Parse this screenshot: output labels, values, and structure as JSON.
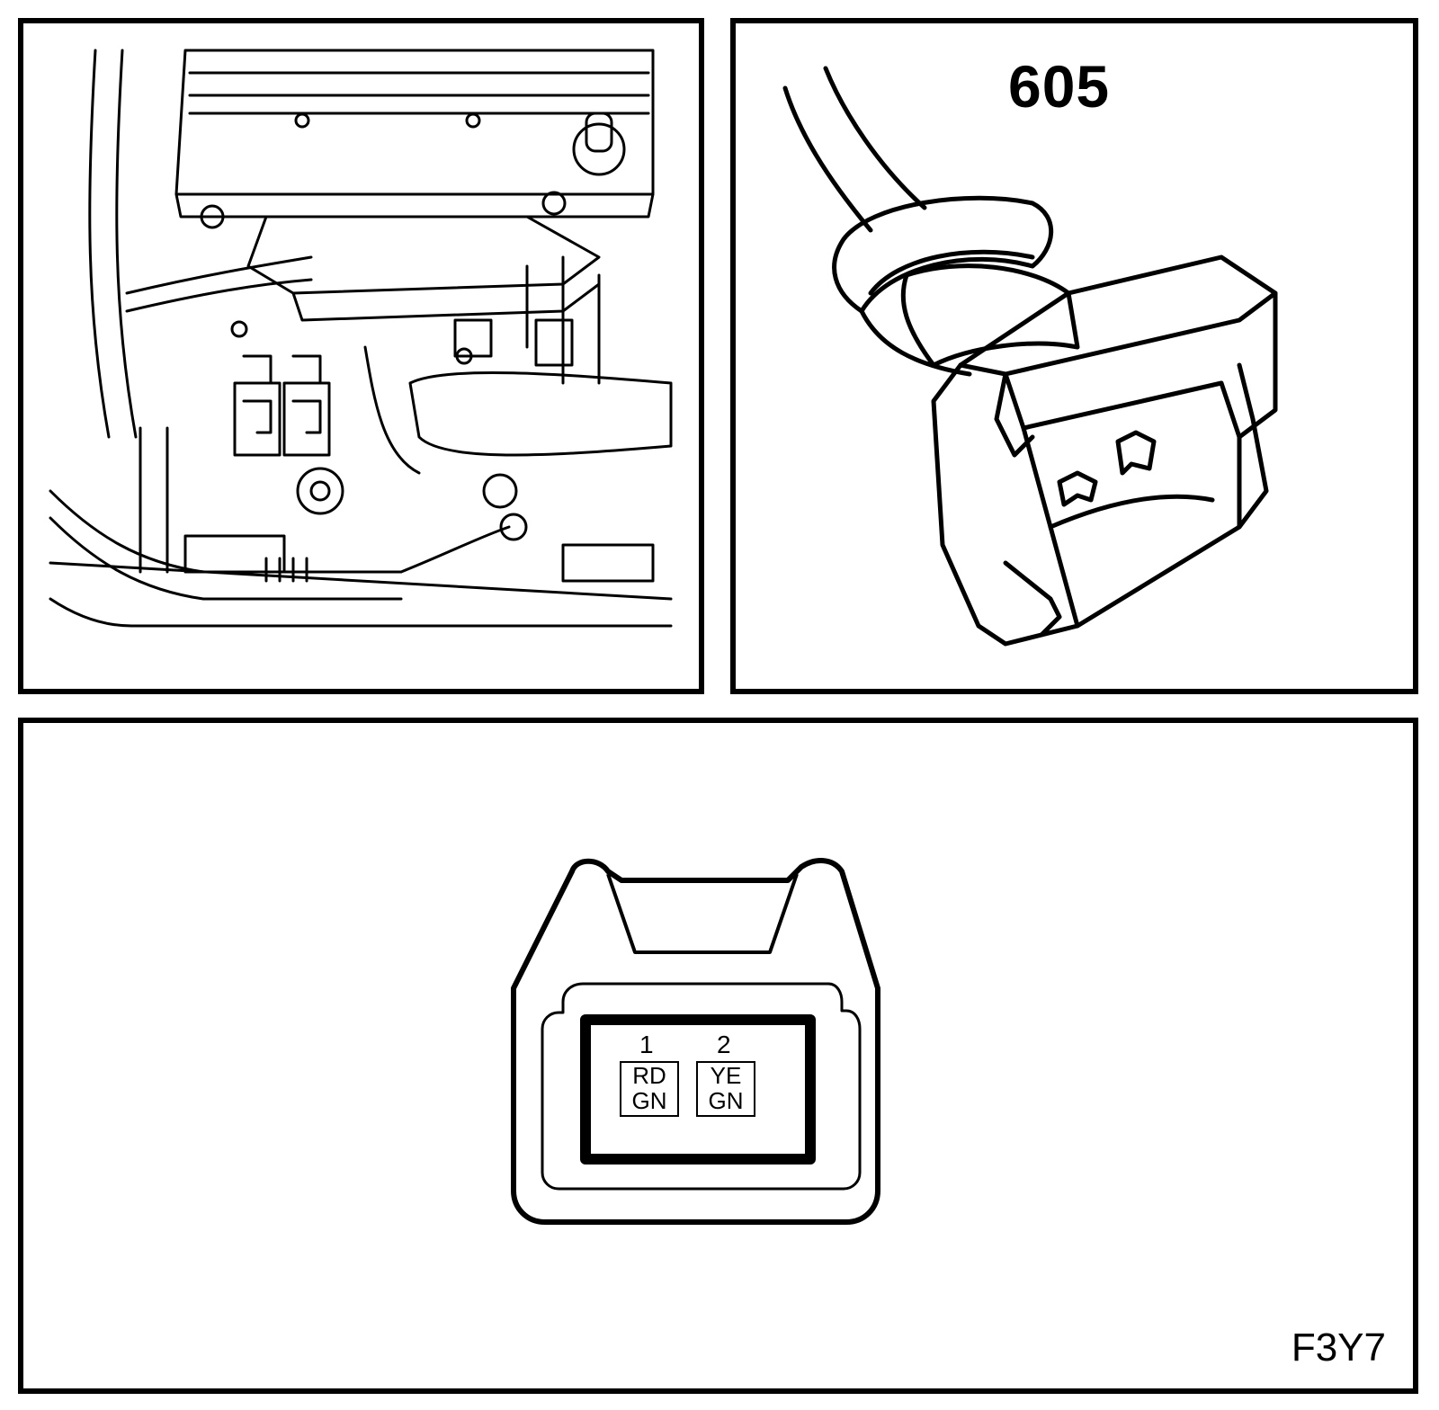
{
  "connector": {
    "number": "605"
  },
  "figure": {
    "code": "F3Y7"
  },
  "pins": [
    {
      "number": "1",
      "wire_line1": "RD",
      "wire_line2": "GN"
    },
    {
      "number": "2",
      "wire_line1": "YE",
      "wire_line2": "GN"
    }
  ]
}
